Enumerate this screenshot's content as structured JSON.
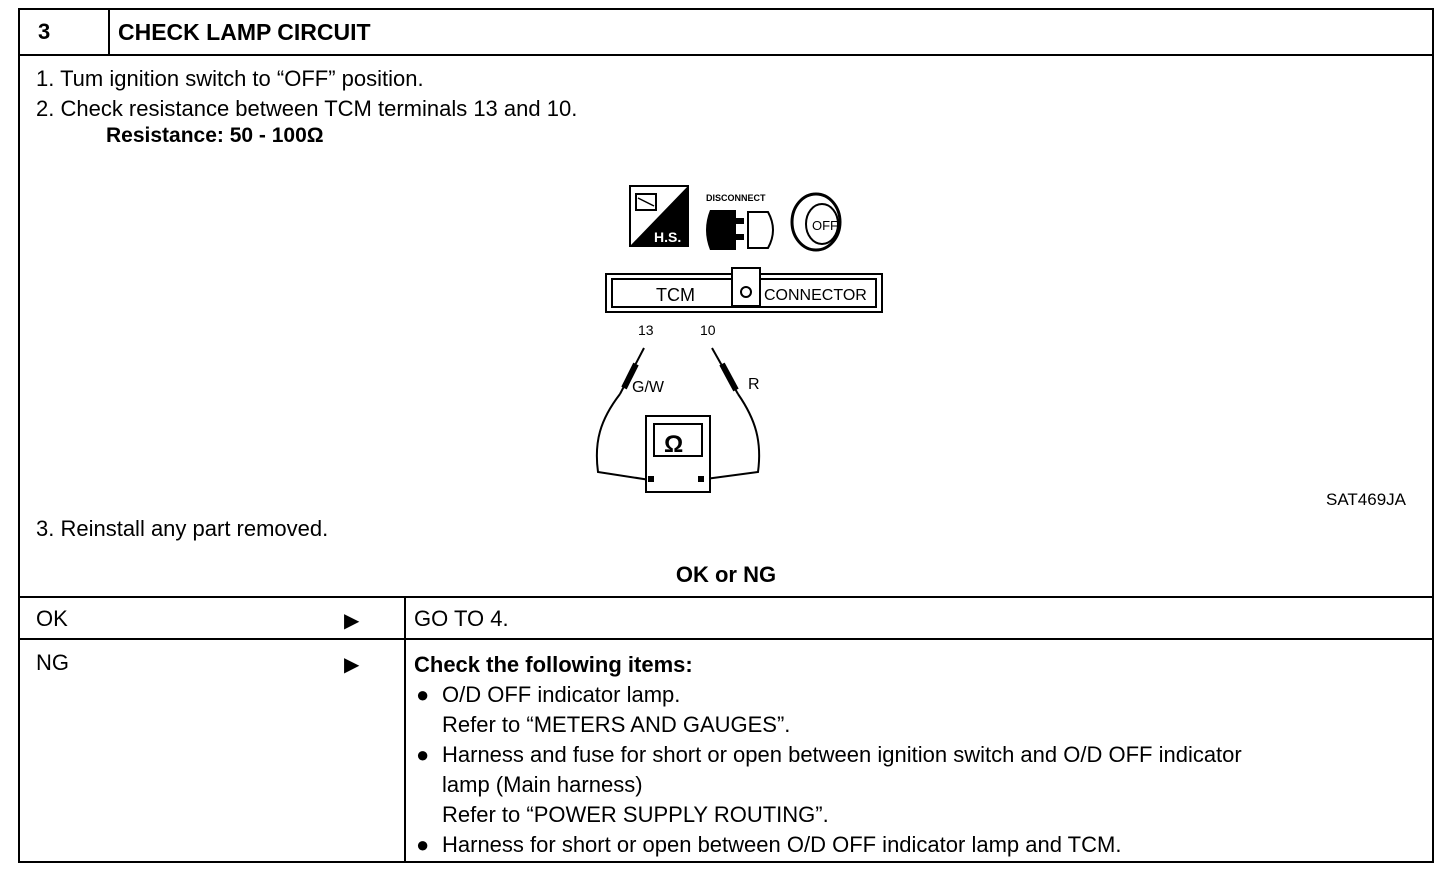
{
  "header": {
    "number": "3",
    "title": "CHECK LAMP CIRCUIT"
  },
  "steps": [
    "1.  Tum ignition switch to “OFF” position.",
    "2.  Check resistance between TCM terminals 13 and 10."
  ],
  "resistance_spec": "Resistance: 50 - 100Ω",
  "step3": "3.  Reinstall any part removed.",
  "figure": {
    "ref": "SAT469JA",
    "disconnect_label": "DISCONNECT",
    "hs_label": "H.S.",
    "key_label": "OFF",
    "connector_left": "TCM",
    "connector_right": "CONNECTOR",
    "terminal_a": "13",
    "terminal_b": "10",
    "wire_a": "G/W",
    "wire_b": "R",
    "meter_symbol": "Ω"
  },
  "ok_ng": "OK or NG",
  "results": {
    "ok": {
      "label": "OK",
      "arrow": "▶",
      "text": "GO TO 4."
    },
    "ng": {
      "label": "NG",
      "arrow": "▶",
      "heading": "Check the following items:",
      "items": [
        {
          "bullet": "●",
          "lines": [
            "O/D OFF indicator lamp.",
            "Refer to  “METERS AND GAUGES”."
          ]
        },
        {
          "bullet": "●",
          "lines": [
            "Harness and fuse for short or open between ignition switch and O/D OFF indicator",
            "lamp (Main harness)",
            "Refer to “POWER SUPPLY ROUTING”."
          ]
        },
        {
          "bullet": "●",
          "lines": [
            "Harness for short or open between O/D OFF indicator lamp and TCM."
          ]
        }
      ]
    }
  }
}
